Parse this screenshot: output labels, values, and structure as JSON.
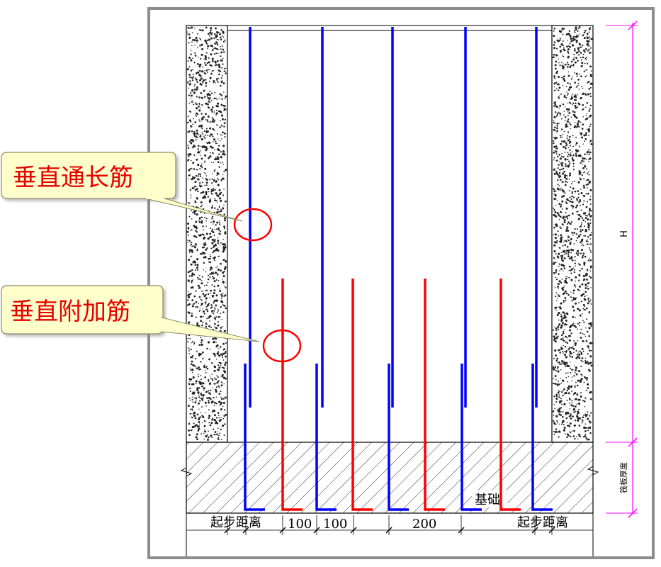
{
  "labels": {
    "callout_vertical_continuous": "垂直通长筋",
    "callout_vertical_additional": "垂直附加筋",
    "foundation": "基础",
    "height": "H",
    "slab_thickness": "筏板厚度",
    "start_distance_left": "起步距离",
    "start_distance_right": "起步距离",
    "spacing_100_a": "100",
    "spacing_100_b": "100",
    "spacing_200": "200"
  },
  "colors": {
    "continuous_bar": "#0000ff",
    "additional_bar": "#ff0000",
    "dimension_magenta": "#ff00ff",
    "callout_fill": "#ffffcc",
    "callout_text": "#e60000",
    "highlight_circle": "#ff0000"
  },
  "icons": {
    "wall_texture": "concrete-speckle-pattern",
    "foundation_texture": "diagonal-hatch-pattern"
  }
}
